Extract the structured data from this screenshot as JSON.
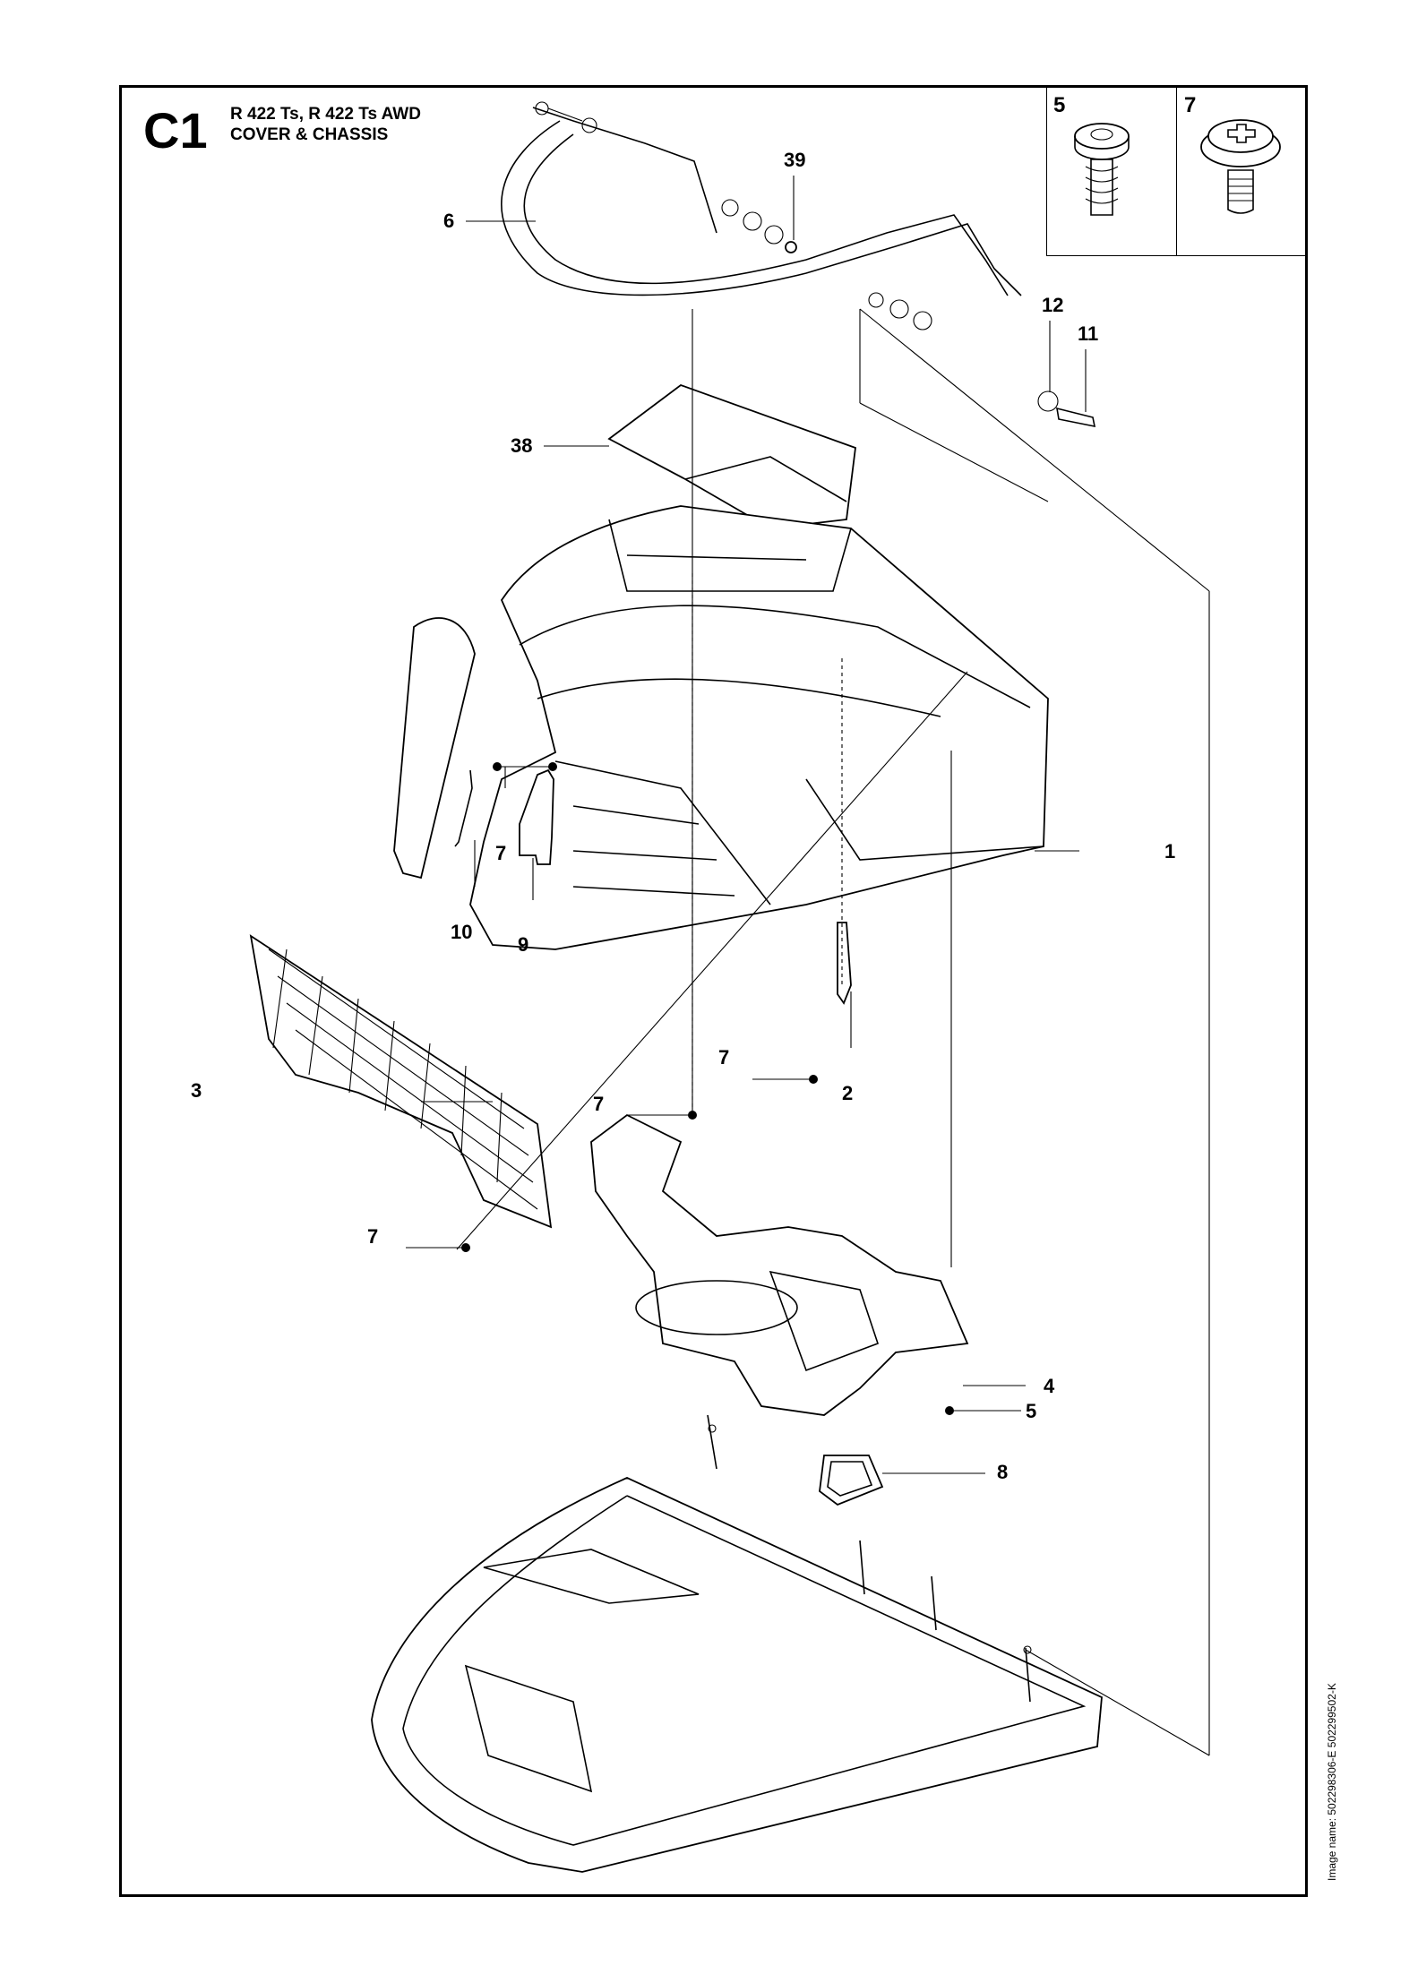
{
  "header": {
    "section_code": "C1",
    "models": "R 422 Ts, R 422 Ts AWD",
    "group_title": "COVER & CHASSIS"
  },
  "inset": {
    "items": [
      {
        "label": "5",
        "icon": "torx-screw-icon"
      },
      {
        "label": "7",
        "icon": "phillips-flange-screw-icon"
      }
    ]
  },
  "callouts": {
    "c6": "6",
    "c39": "39",
    "c12": "12",
    "c11": "11",
    "c38": "38",
    "c1": "1",
    "c7a": "7",
    "c10": "10",
    "c9": "9",
    "c7b": "7",
    "c3": "3",
    "c2": "2",
    "c7c": "7",
    "c7d": "7",
    "c4": "4",
    "c5": "5",
    "c8": "8"
  },
  "footer": {
    "image_name": "Image name: 502298306-E 502299502-K"
  }
}
